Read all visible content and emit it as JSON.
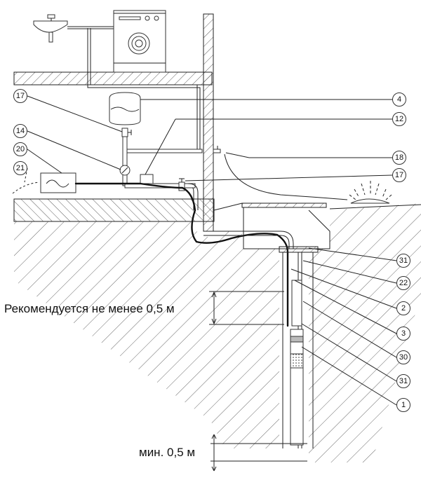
{
  "diagram": {
    "title": "Схема установки скважинного насоса",
    "annotations": {
      "recommended_depth": "Рекомендуется не менее 0,5 м",
      "min_bottom": "мин. 0,5 м"
    },
    "callouts": [
      {
        "id": "c17a",
        "label": "17",
        "target": "shutoff-valve-tank"
      },
      {
        "id": "c14",
        "label": "14",
        "target": "pressure-gauge"
      },
      {
        "id": "c20",
        "label": "20",
        "target": "control-box"
      },
      {
        "id": "c21",
        "label": "21",
        "target": "power-cable"
      },
      {
        "id": "c4",
        "label": "4",
        "target": "pressure-tank"
      },
      {
        "id": "c12",
        "label": "12",
        "target": "pressure-switch"
      },
      {
        "id": "c18",
        "label": "18",
        "target": "garden-tap"
      },
      {
        "id": "c17b",
        "label": "17",
        "target": "shutoff-valve-line"
      },
      {
        "id": "c31a",
        "label": "31",
        "target": "well-cap-cable-tie"
      },
      {
        "id": "c22",
        "label": "22",
        "target": "well-casing"
      },
      {
        "id": "c2",
        "label": "2",
        "target": "riser-pipe"
      },
      {
        "id": "c3",
        "label": "3",
        "target": "pump-cable"
      },
      {
        "id": "c30",
        "label": "30",
        "target": "cable-clip"
      },
      {
        "id": "c31b",
        "label": "31",
        "target": "cable-tie-lower"
      },
      {
        "id": "c1",
        "label": "1",
        "target": "submersible-pump"
      }
    ]
  }
}
